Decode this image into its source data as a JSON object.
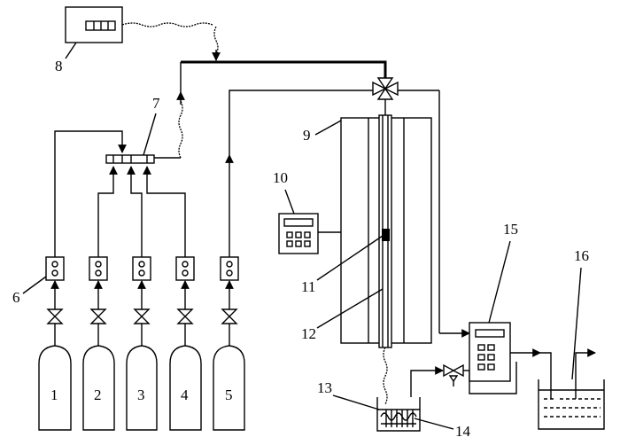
{
  "labels": {
    "cyl1": "1",
    "cyl2": "2",
    "cyl3": "3",
    "cyl4": "4",
    "cyl5": "5",
    "mfc": "6",
    "mixer": "7",
    "pump": "8",
    "furnace": "9",
    "temp_controller": "10",
    "sample": "11",
    "reactor_tube": "12",
    "cold_trap": "13",
    "coil": "14",
    "pressure_controller": "15",
    "bubbler": "16"
  }
}
